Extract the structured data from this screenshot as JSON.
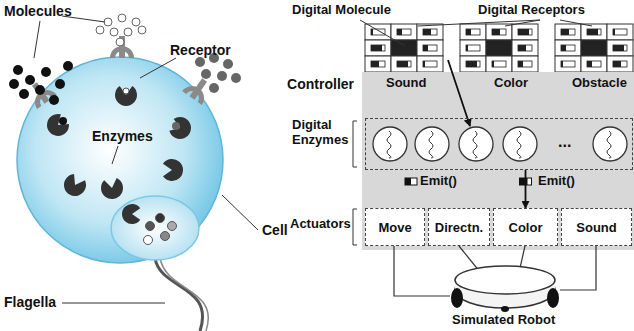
{
  "diagram": {
    "nodes": [
      {
        "text": [
          "Controller"
        ]
      },
      {
        "text": [
          "..."
        ],
        "in": 0
      },
      {
        "text": [
          "Move"
        ],
        "in": 0
      },
      {
        "text": [
          "Directn."
        ],
        "in": 0
      },
      {
        "text": [
          "Color"
        ],
        "in": 0
      },
      {
        "text": [
          "Sound"
        ],
        "in": 0
      }
    ],
    "edges": [
      {
        "from": 1,
        "to": 4,
        "arrow": "to"
      }
    ],
    "labels": [
      "Molecules",
      "Receptor",
      "Enzymes",
      "Cell",
      "Flagella",
      "Digital Molecule",
      "Digital Receptors",
      "Sound",
      "Color",
      "Obstacle",
      "Digital Enzymes",
      "Emit()",
      "Emit()",
      "Actuators",
      "Simulated Robot"
    ]
  }
}
